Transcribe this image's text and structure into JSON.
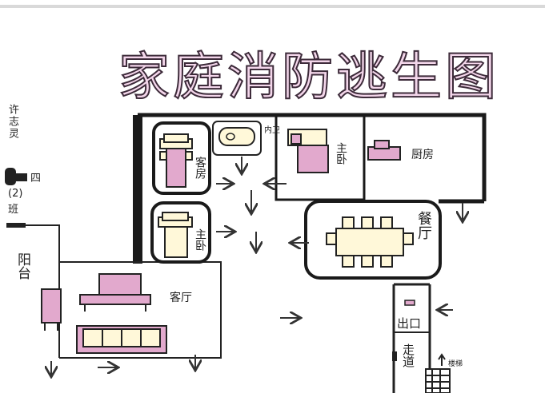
{
  "title": "家庭消防逃生图",
  "author": {
    "name": "许志灵",
    "class_char": "四",
    "class_no": "(2)",
    "class_suffix": "班"
  },
  "rooms": {
    "guest_room": "客房",
    "bathroom": "内卫",
    "master_bedroom_top": "主卧",
    "kitchen": "厨房",
    "master_bedroom_left": "主卧",
    "dining_room": "餐厅",
    "balcony": "阳台",
    "living_room": "客厅",
    "exit": "出口",
    "corridor": "走道",
    "stairs": "楼梯"
  },
  "colors": {
    "furniture_pink": "#e2a9cd",
    "wall": "#1a1a1a",
    "arrow": "#333333",
    "title_fill": "#f3d6ea",
    "pale": "#fff8d9"
  }
}
